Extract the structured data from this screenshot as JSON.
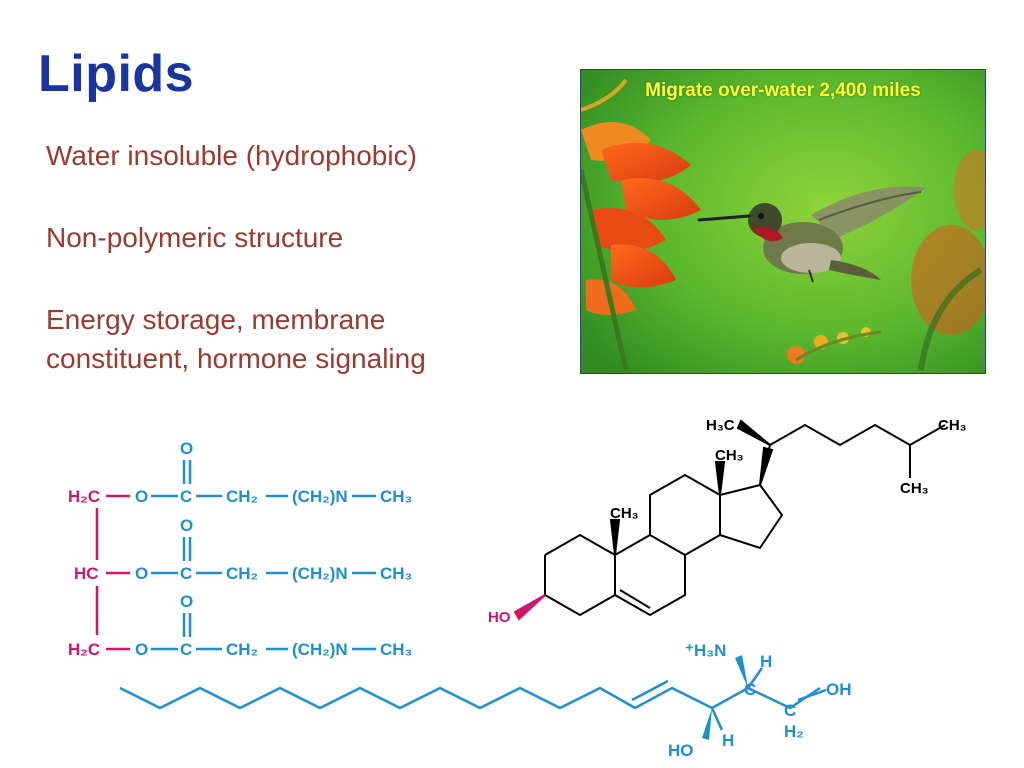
{
  "slide": {
    "title": "Lipids",
    "bullets": [
      "Water insoluble (hydrophobic)",
      "Non-polymeric structure",
      "Energy storage, membrane constituent, hormone signaling"
    ],
    "bullet_lines": {
      "b3_line1": "Energy storage, membrane",
      "b3_line2": "constituent, hormone signaling"
    },
    "photo": {
      "caption": "Migrate over-water 2,400 miles",
      "icon": "hummingbird-photo"
    }
  },
  "structures": {
    "triglyceride": {
      "oxygen": "O",
      "rows": [
        {
          "left": "H₂C",
          "o": "O",
          "c": "C",
          "ch2": "CH₂",
          "chain": "(CH₂)N",
          "end": "CH₃"
        },
        {
          "left": "HC",
          "o": "O",
          "c": "C",
          "ch2": "CH₂",
          "chain": "(CH₂)N",
          "end": "CH₃"
        },
        {
          "left": "H₂C",
          "o": "O",
          "c": "C",
          "ch2": "CH₂",
          "chain": "(CH₂)N",
          "end": "CH₃"
        }
      ]
    },
    "cholesterol": {
      "h3c": "H₃C",
      "ch3_a": "CH₃",
      "ch3_b": "CH₃",
      "ch3_c": "CH₃",
      "ch3_d": "CH₃",
      "ho": "HO"
    },
    "sphingosine": {
      "nh3": "⁺H₃N",
      "h_top": "H",
      "c_center": "C",
      "oh": "OH",
      "c_right": "C",
      "h2": "H₂",
      "ho": "HO",
      "h_bottom": "H"
    }
  },
  "colors": {
    "title": "#1a35a0",
    "bullet_text": "#9b3a2e",
    "structure_blue": "#1f8fd1",
    "glycerol_magenta": "#d0166b",
    "caption": "#ffff33"
  }
}
